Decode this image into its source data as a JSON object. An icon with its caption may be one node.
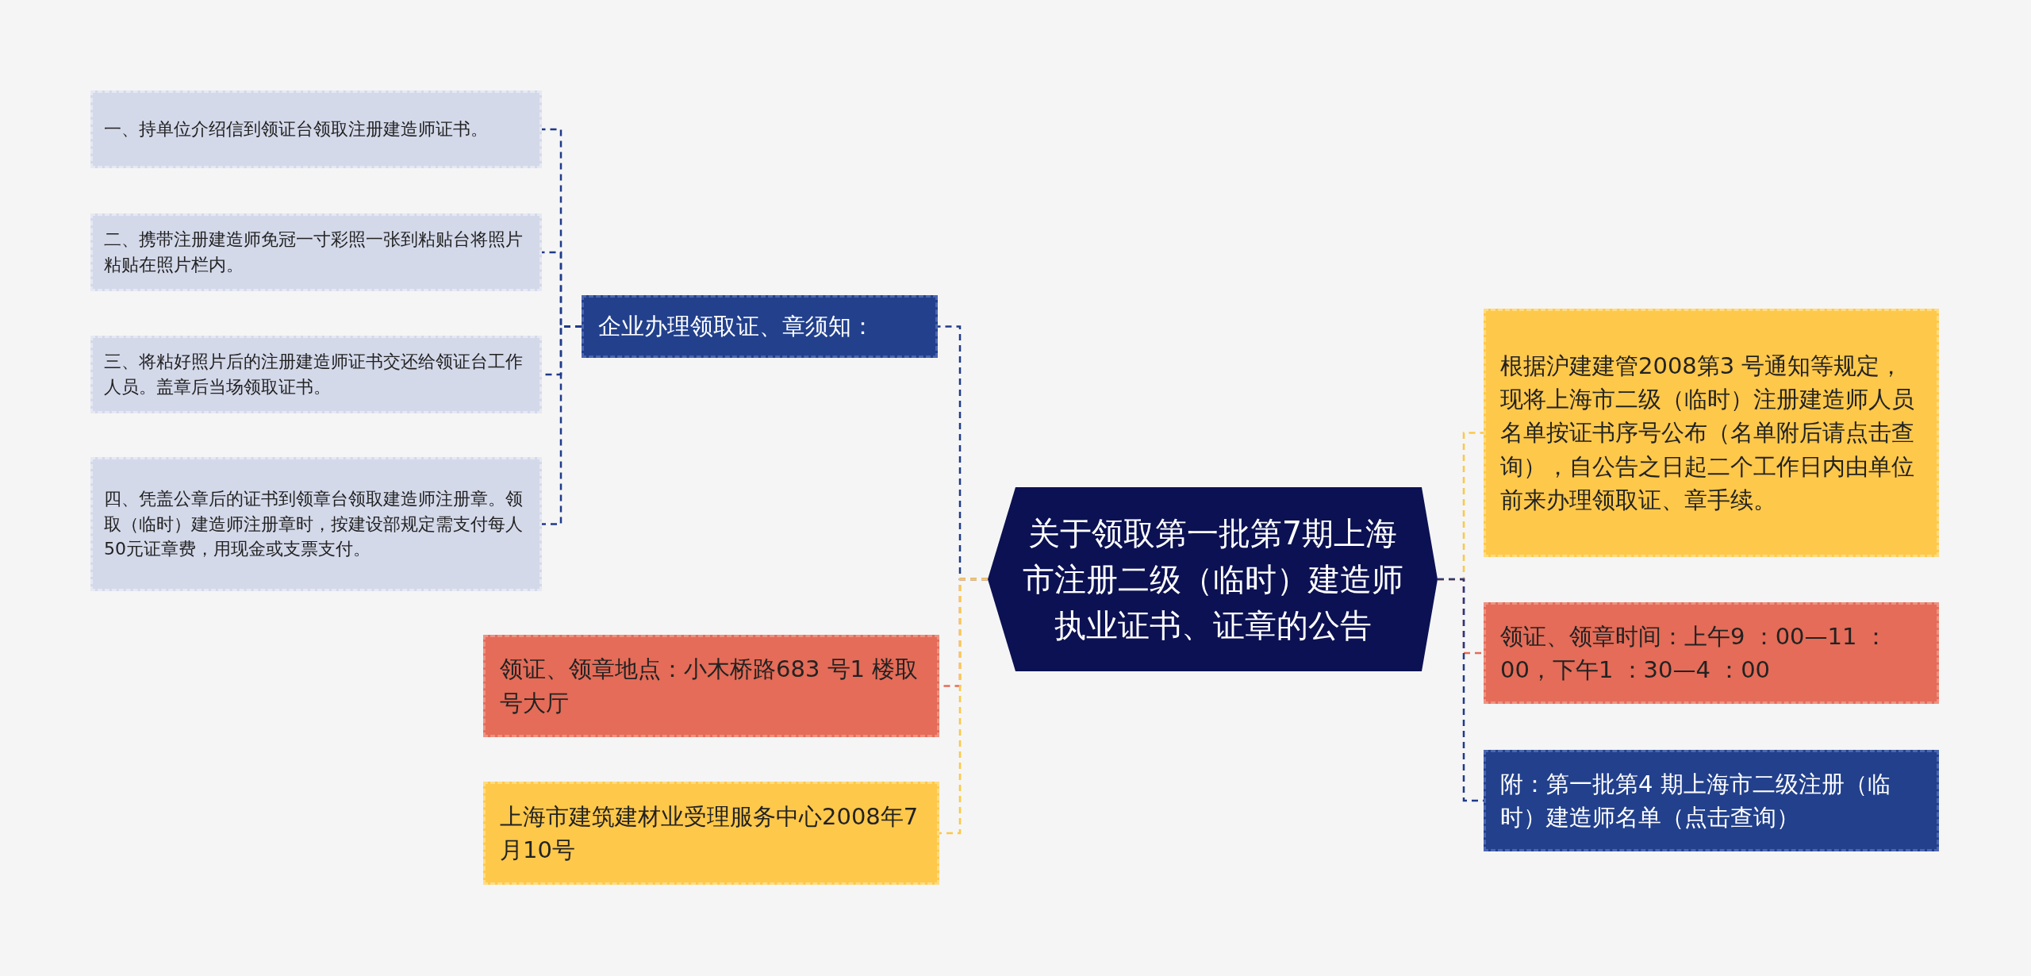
{
  "diagram": {
    "nodes": [
      {
        "text": [
          "关于领取第一批第7期上海市注册二级（临时）建造师执业证书、证章的公告"
        ]
      },
      {
        "text": [
          "企业办理领取证、章须知："
        ]
      },
      {
        "text": [
          "一、持单位介绍信到领证台领取注册建造师证书。"
        ]
      },
      {
        "text": [
          "二、携带注册建造师免冠一寸彩照一张到粘贴台将照片粘贴在照片栏内。"
        ]
      },
      {
        "text": [
          "三、将粘好照片后的注册建造师证书交还给领证台工作人员。盖章后当场领取证书。"
        ]
      },
      {
        "text": [
          "四、凭盖公章后的证书到领章台领取建造师注册章。领取（临时）建造师注册章时，按建设部规定需支付每人50元证章费，用现金或支票支付。"
        ]
      },
      {
        "text": [
          "领证、领章地点：小木桥路683 号1 楼取号大厅"
        ]
      },
      {
        "text": [
          "上海市建筑建材业受理服务中心2008年7月10号"
        ]
      },
      {
        "text": [
          "根据沪建建管2008第3 号通知等规定，现将上海市二级（临时）注册建造师人员名单按证书序号公布（名单附后请点击查询），自公告之日起二个工作日内由单位前来办理领取证、章手续。"
        ]
      },
      {
        "text": [
          "领证、领章时间：上午9 ：00—11 ：00，下午1 ：30—4 ：00"
        ]
      },
      {
        "text": [
          "附：第一批第4 期上海市二级注册（临时）建造师名单（点击查询）"
        ]
      }
    ],
    "edges": [
      {
        "from": 0,
        "to": 1,
        "arrow": "none",
        "style": "dashed"
      },
      {
        "from": 1,
        "to": 2,
        "arrow": "none",
        "style": "dashed"
      },
      {
        "from": 1,
        "to": 3,
        "arrow": "none",
        "style": "dashed"
      },
      {
        "from": 1,
        "to": 4,
        "arrow": "none",
        "style": "dashed"
      },
      {
        "from": 1,
        "to": 5,
        "arrow": "none",
        "style": "dashed"
      },
      {
        "from": 0,
        "to": 6,
        "arrow": "none",
        "style": "dashed",
        "color": "#e46c58"
      },
      {
        "from": 0,
        "to": 7,
        "arrow": "none",
        "style": "dashed",
        "color": "#fcc846"
      },
      {
        "from": 0,
        "to": 8,
        "arrow": "none",
        "style": "dashed",
        "color": "#fcc846"
      },
      {
        "from": 0,
        "to": 9,
        "arrow": "none",
        "style": "dashed",
        "color": "#e46c58"
      },
      {
        "from": 0,
        "to": 10,
        "arrow": "none",
        "style": "dashed"
      }
    ]
  }
}
